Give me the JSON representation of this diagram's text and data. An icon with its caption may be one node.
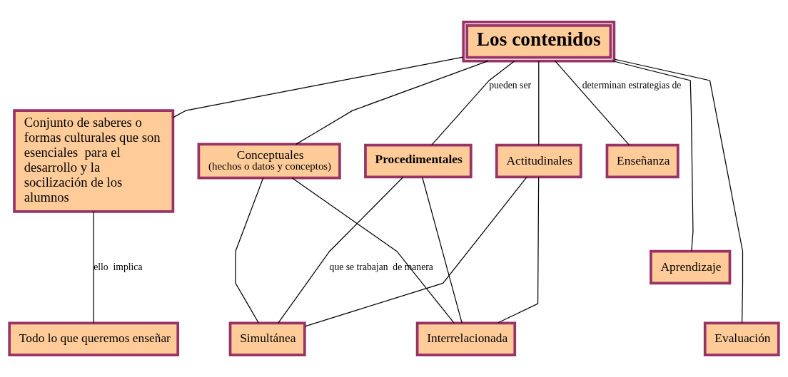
{
  "diagram": {
    "nodes": [
      {
        "text": [
          "Los contenidos"
        ]
      },
      {
        "text": [
          "Conjunto de saberes o formas culturales que son esenciales  para el desarrollo y la socilización de los alumnos"
        ]
      },
      {
        "text": [
          "Conceptuales",
          "(hechos o datos y conceptos)"
        ]
      },
      {
        "text": [
          "Procedimentales"
        ]
      },
      {
        "text": [
          "Actitudinales"
        ]
      },
      {
        "text": [
          "Enseñanza"
        ]
      },
      {
        "text": [
          "Aprendizaje"
        ]
      },
      {
        "text": [
          "Evaluación"
        ]
      },
      {
        "text": [
          "Todo lo que queremos enseñar"
        ]
      },
      {
        "text": [
          "Simultánea"
        ]
      },
      {
        "text": [
          "Interrelacionada"
        ]
      }
    ],
    "edges": [
      {
        "from": 0,
        "to": 1,
        "arrow": "none"
      },
      {
        "from": 0,
        "to": 2,
        "arrow": "none"
      },
      {
        "from": 0,
        "to": 3,
        "arrow": "none",
        "label": "pueden ser"
      },
      {
        "from": 0,
        "to": 4,
        "arrow": "none"
      },
      {
        "from": 0,
        "to": 5,
        "arrow": "none",
        "label": "determinan estrategias de"
      },
      {
        "from": 0,
        "to": 6,
        "arrow": "none"
      },
      {
        "from": 0,
        "to": 7,
        "arrow": "none"
      },
      {
        "from": 1,
        "to": 8,
        "arrow": "none",
        "label": "ello  implica"
      },
      {
        "from": 2,
        "to": 9,
        "arrow": "none"
      },
      {
        "from": 2,
        "to": 10,
        "arrow": "none"
      },
      {
        "from": 3,
        "to": 9,
        "arrow": "none",
        "label": "que se trabajan  de manera"
      },
      {
        "from": 3,
        "to": 10,
        "arrow": "none"
      },
      {
        "from": 4,
        "to": 9,
        "arrow": "none"
      },
      {
        "from": 4,
        "to": 10,
        "arrow": "none"
      }
    ]
  }
}
